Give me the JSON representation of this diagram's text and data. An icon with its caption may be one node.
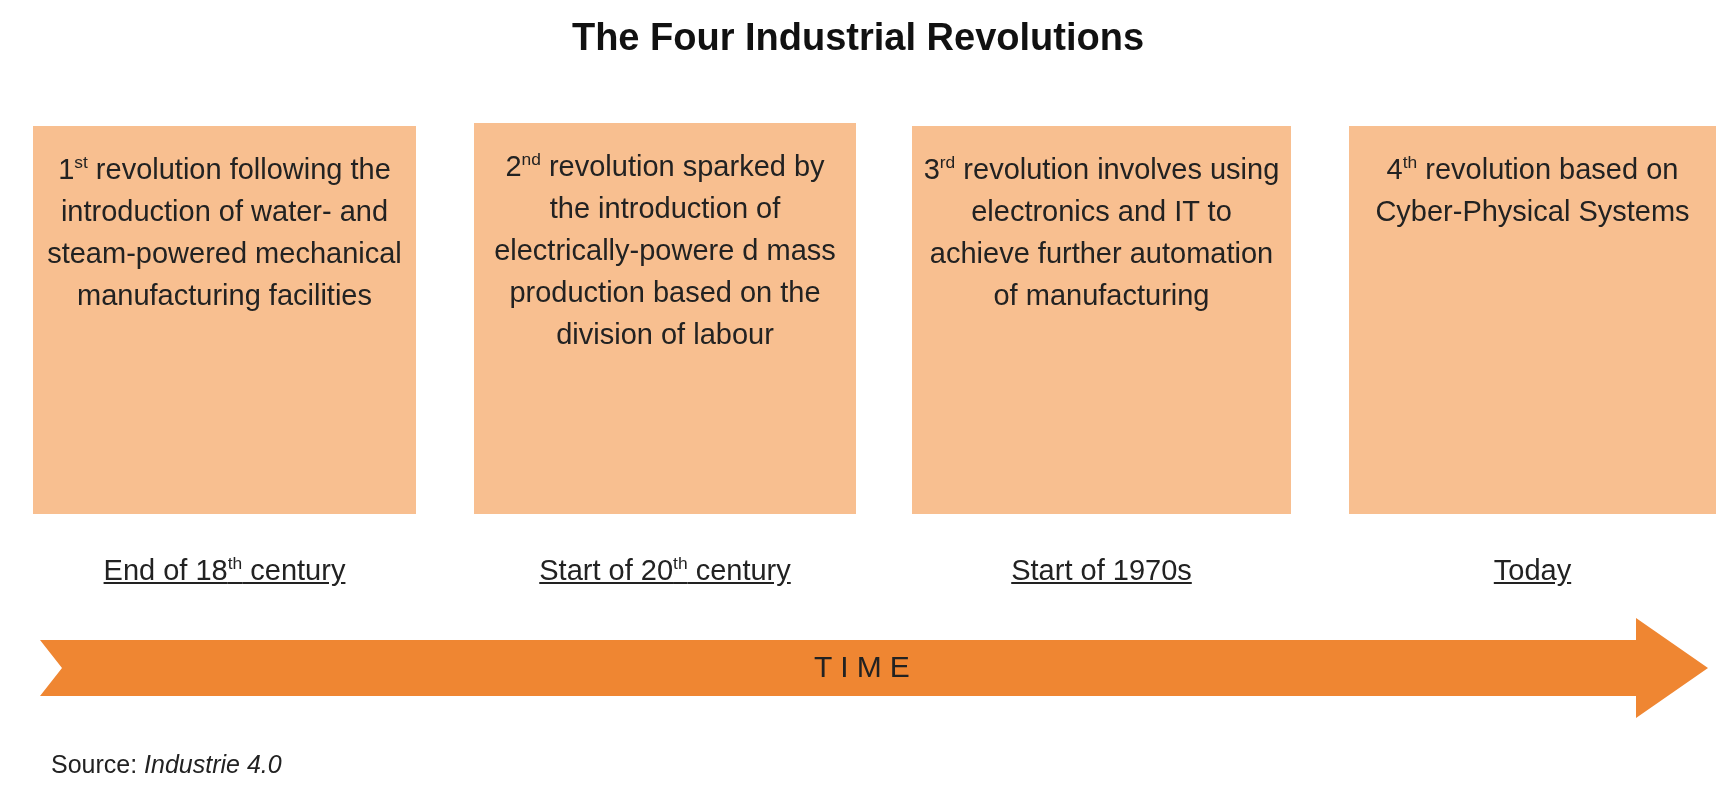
{
  "diagram": {
    "title": "The Four Industrial Revolutions",
    "nodes": [
      {
        "text": [
          "1$^{st}$ revolution following the introduction of water- and steam-powered mechanical manufacturing facilities"
        ],
        "beside": [
          "End of 18$^{th}$ century"
        ]
      },
      {
        "text": [
          "2$^{nd}$ revolution sparked by the introduction of electrically-powere d mass production based on the division of labour"
        ],
        "beside": [
          "Start of 20$^{th}$ century"
        ]
      },
      {
        "text": [
          "3$^{rd}$ revolution involves using electronics and IT to achieve further automation of manufacturing"
        ],
        "beside": [
          "Start of 1970s"
        ]
      },
      {
        "text": [
          "4$^{th}$ revolution based on Cyber-Physical Systems"
        ],
        "beside": [
          "Today"
        ]
      },
      {
        "text": [
          "TIME"
        ]
      }
    ],
    "labels": [
      "Source: *Industrie 4.0*"
    ]
  }
}
